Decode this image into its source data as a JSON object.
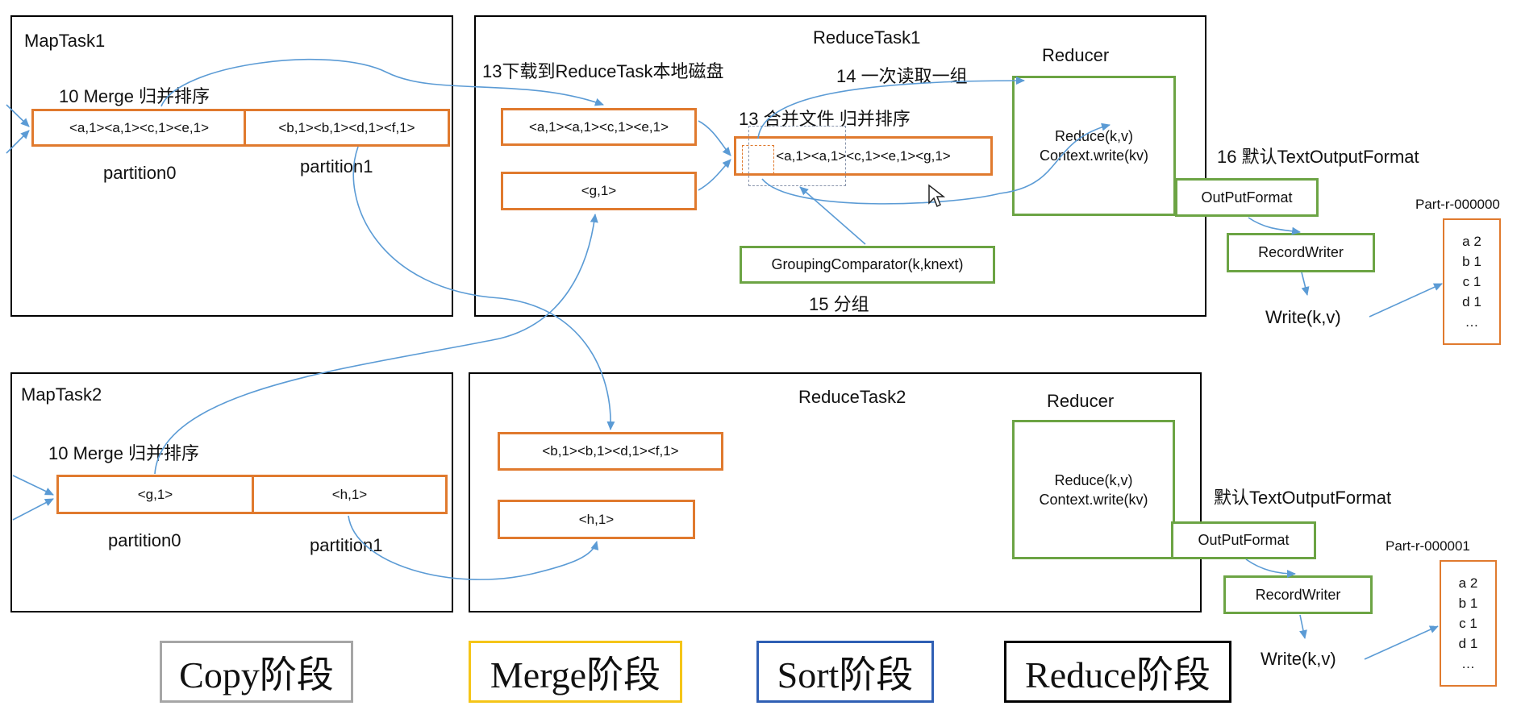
{
  "map1": {
    "title": "MapTask1",
    "merge": "10 Merge 归并排序",
    "p0_content": "<a,1><a,1><c,1><e,1>",
    "p1_content": "<b,1><b,1><d,1><f,1>",
    "p0_label": "partition0",
    "p1_label": "partition1"
  },
  "map2": {
    "title": "MapTask2",
    "merge": "10 Merge 归并排序",
    "p0_content": "<g,1>",
    "p1_content": "<h,1>",
    "p0_label": "partition0",
    "p1_label": "partition1"
  },
  "reduce1": {
    "title": "ReduceTask1",
    "download": "13下载到ReduceTask本地磁盘",
    "read_group": "14 一次读取一组",
    "merge_sort": "13 合并文件 归并排序",
    "file_a": "<a,1><a,1><c,1><e,1>",
    "file_g": "<g,1>",
    "merged": "<a,1><a,1><c,1><e,1><g,1>",
    "grouping": "GroupingComparator(k,knext)",
    "group_label": "15 分组",
    "reducer_title": "Reducer",
    "reduce_line1": "Reduce(k,v)",
    "reduce_line2": "Context.write(kv)",
    "output_format_label": "16 默认TextOutputFormat",
    "output_format": "OutPutFormat",
    "record_writer": "RecordWriter",
    "write": "Write(k,v)",
    "file_name": "Part-r-000000",
    "file_lines": [
      "a 2",
      "b 1",
      "c 1",
      "d 1",
      "…"
    ]
  },
  "reduce2": {
    "title": "ReduceTask2",
    "file_b": "<b,1><b,1><d,1><f,1>",
    "file_h": "<h,1>",
    "reducer_title": "Reducer",
    "reduce_line1": "Reduce(k,v)",
    "reduce_line2": "Context.write(kv)",
    "output_format_label": "默认TextOutputFormat",
    "output_format": "OutPutFormat",
    "record_writer": "RecordWriter",
    "write": "Write(k,v)",
    "file_name": "Part-r-000001",
    "file_lines": [
      "a 2",
      "b 1",
      "c 1",
      "d 1",
      "…"
    ]
  },
  "stages": [
    {
      "label": "Copy阶段",
      "color": "#a6a6a6"
    },
    {
      "label": "Merge阶段",
      "color": "#f5c518"
    },
    {
      "label": "Sort阶段",
      "color": "#2f5fb4"
    },
    {
      "label": "Reduce阶段",
      "color": "#000000"
    }
  ],
  "colors": {
    "arrow": "#5b9bd5",
    "file_border": "#e07a2e",
    "component_border": "#6ca444"
  }
}
